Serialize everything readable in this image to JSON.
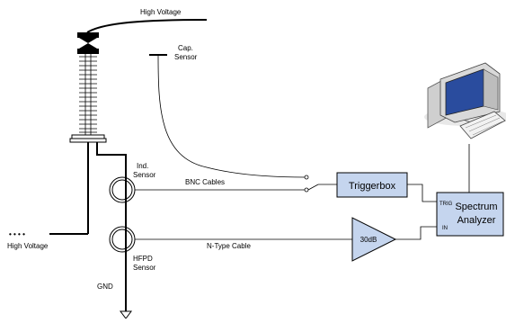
{
  "labels": {
    "high_voltage_top": "High Voltage",
    "high_voltage_left": "High Voltage",
    "cap_sensor_line1": "Cap.",
    "cap_sensor_line2": "Sensor",
    "ind_sensor_line1": "Ind.",
    "ind_sensor_line2": "Sensor",
    "hfpd_sensor_line1": "HFPD",
    "hfpd_sensor_line2": "Sensor",
    "bnc_cables": "BNC Cables",
    "n_type_cable": "N-Type Cable",
    "gnd": "GND",
    "dots": "• • • •"
  },
  "blocks": {
    "triggerbox": "Triggerbox",
    "amplifier": "30dB",
    "spectrum_line1": "Spectrum",
    "spectrum_line2": "Analyzer",
    "trig_port": "TRIG",
    "in_port": "IN"
  },
  "colors": {
    "block_fill": "#c5d5ee",
    "line": "#000000",
    "screen": "#2a4c9e"
  },
  "icons": {
    "computer": "desktop-computer-icon"
  }
}
